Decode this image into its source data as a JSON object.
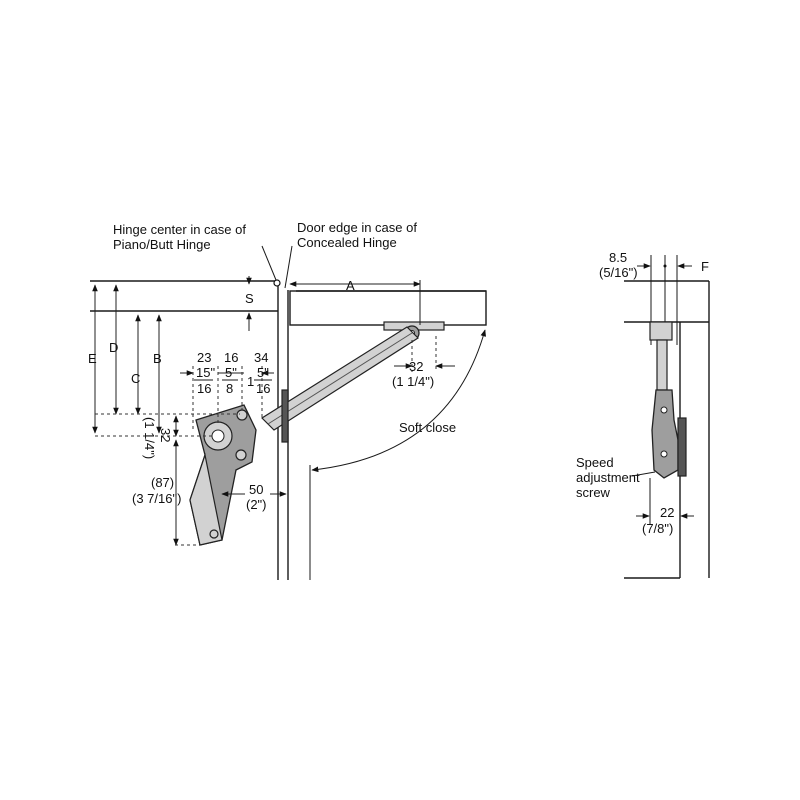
{
  "labels": {
    "hinge_center_line1": "Hinge center in case of",
    "hinge_center_line2": "Piano/Butt Hinge",
    "door_edge_line1": "Door edge in case of",
    "door_edge_line2": "Concealed Hinge",
    "dim_A": "A",
    "dim_S": "S",
    "dim_E": "E",
    "dim_D": "D",
    "dim_C": "C",
    "dim_B": "B",
    "dim_23": "23",
    "dim_16": "16",
    "dim_34": "34",
    "frac_15_16_num": "15\"",
    "frac_15_16_den": "16",
    "frac_5_8_num": "5\"",
    "frac_5_8_den": "8",
    "frac_1_5_16_whole": "1",
    "frac_1_5_16_num": "5\"",
    "frac_1_5_16_den": "16",
    "dim_32_right": "32",
    "dim_32_right_imp": "(1 1/4\")",
    "dim_32_left": "32",
    "dim_32_left_imp": "(1 1/4\")",
    "dim_87": "(87)",
    "dim_87_imp": "(3 7/16\")",
    "dim_50": "50",
    "dim_50_imp": "(2\")",
    "soft_close": "Soft close",
    "dim_8_5": "8.5",
    "dim_8_5_imp": "(5/16\")",
    "dim_F": "F",
    "speed_line1": "Speed",
    "speed_line2": "adjustment",
    "speed_line3": "screw",
    "dim_22": "22",
    "dim_22_imp": "(7/8\")"
  }
}
